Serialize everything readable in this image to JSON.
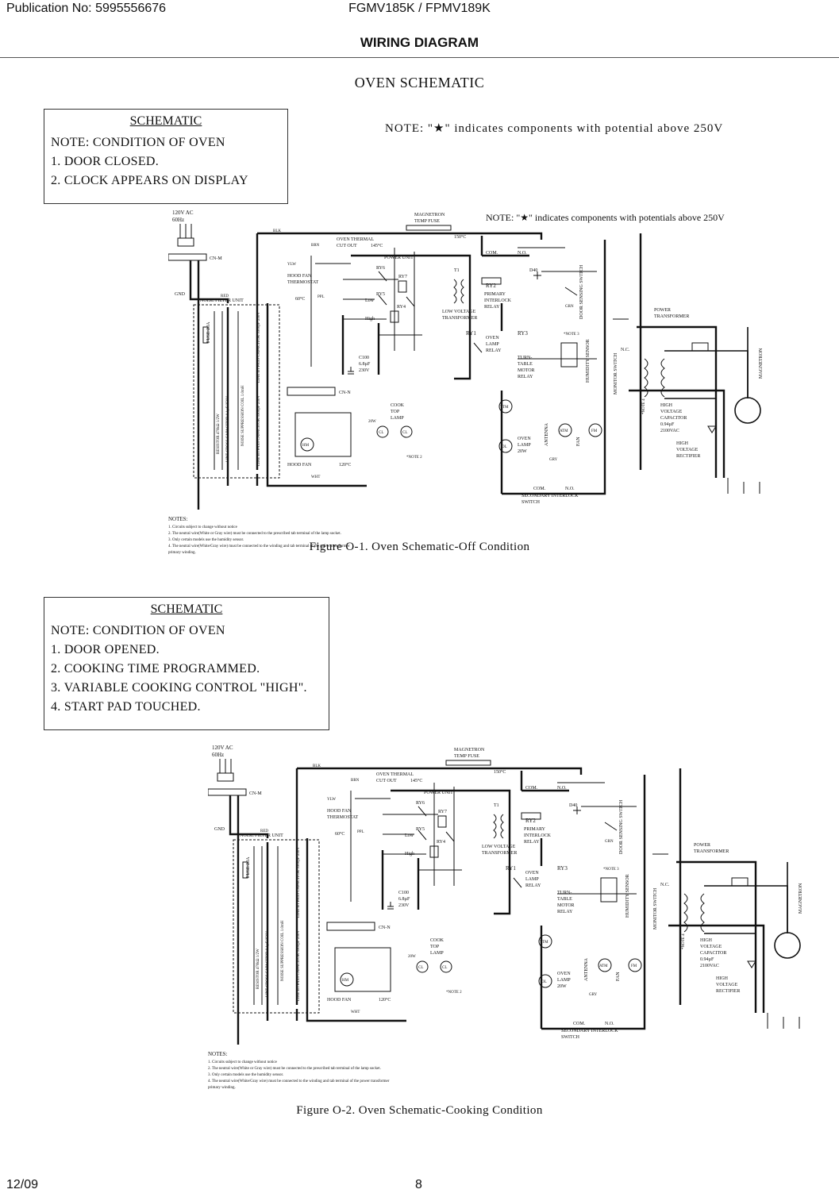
{
  "header": {
    "publication": "Publication No: 5995556676",
    "model": "FGMV185K / FPMV189K"
  },
  "page_title": "WIRING DIAGRAM",
  "section_title": "OVEN SCHEMATIC",
  "footer": {
    "date": "12/09",
    "page": "8"
  },
  "fig1": {
    "box_title": "SCHEMATIC",
    "box_lines": [
      "NOTE: CONDITION OF OVEN",
      "1. DOOR CLOSED.",
      "2. CLOCK APPEARS ON DISPLAY"
    ],
    "note_top": "NOTE: \"★\" indicates components with potential above 250V",
    "caption": "Figure O-1. Oven Schematic-Off Condition"
  },
  "fig2": {
    "box_title": "SCHEMATIC",
    "box_lines": [
      "NOTE: CONDITION OF OVEN",
      "1. DOOR OPENED.",
      "2. COOKING TIME PROGRAMMED.",
      "3. VARIABLE COOKING CONTROL \"HIGH\".",
      "4. START PAD TOUCHED."
    ],
    "caption": "Figure O-2. Oven Schematic-Cooking Condition"
  },
  "schem": {
    "note_star": "NOTE: \"★\" indicates components with potentials above 250V",
    "supply": "120V AC",
    "freq": "60Hz",
    "wire_blk": "BLK",
    "wire_brn": "BRN",
    "wire_red": "RED",
    "wire_wht": "WHT",
    "wire_yel": "YLW",
    "wire_grn": "GRN",
    "wire_gry": "GRY",
    "wire_ppl": "PPL",
    "gnd": "GND",
    "cnm": "CN-M",
    "cnn": "CN-N",
    "noise_filter": "NOISE FILTER UNIT",
    "fuse": "FUSE 20A",
    "resistor": "RESISTOR 470kΩ 1/2W",
    "line_cross": "LINE CROSS CAPACITOR 0.1µF 250V",
    "noise_coil": "NOISE SUPPRESSION COIL 1.0mH",
    "bypass1": "LINE BYPASS CAPACITOR 3300pF 250V",
    "bypass2": "LINE BYPASS CAPACITOR 3300pF 250V",
    "oven_thermal": "OVEN THERMAL",
    "cut_out": "CUT OUT",
    "t145": "145°C",
    "mag_temp_fuse": "MAGNETRON",
    "temp_fuse": "TEMP FUSE",
    "t150": "150°C",
    "power_unit": "POWER UNIT",
    "hood_fan_thermo": "HOOD FAN",
    "thermostat": "THERMOSTAT",
    "t60": "60°C",
    "low": "Low",
    "high": "High",
    "c100": "C100",
    "c100_val": "6.8µF",
    "c100_v": "230V",
    "ry1": "RY1",
    "ry2": "RY2",
    "ry3": "RY3",
    "ry4": "RY4",
    "ry5": "RY5",
    "ry6": "RY6",
    "ry7": "RY7",
    "t1": "T1",
    "d40": "D40",
    "primary_interlock": "PRIMARY",
    "interlock": "INTERLOCK",
    "relay": "RELAY",
    "low_voltage": "LOW VOLTAGE",
    "transformer": "TRANSFORMER",
    "oven_lamp_relay": "OVEN",
    "lamp": "LAMP",
    "turn_table": "TURN-",
    "table": "TABLE",
    "motor": "MOTOR",
    "com": "COM.",
    "no": "N.O.",
    "nc": "N.C.",
    "door_sensing": "DOOR SENSING SWITCH",
    "humidity": "HUMIDITY SENSOR",
    "monitor": "MONITOR SWITCH",
    "note3": "*NOTE 3",
    "note2": "*NOTE 2",
    "note4": "*NOTE 4",
    "power_transformer": "POWER",
    "magnetron": "MAGNETRON",
    "high_voltage_cap": "HIGH",
    "voltage": "VOLTAGE",
    "capacitor": "CAPACITOR",
    "cap_val": "0.94µF",
    "cap_v": "2100VAC",
    "rectifier": "RECTIFIER",
    "cook_top_lamp": "COOK",
    "top": "TOP",
    "cl": "CL",
    "w20": "20W",
    "hm": "HM",
    "hood_fan_motor": "HOOD FAN",
    "t120": "120°C",
    "ttm": "TTM",
    "atm": "ATM",
    "fm": "FM",
    "ol": "OL",
    "antenna_motor": "ANTENNA",
    "fan_motor": "FAN",
    "oven_lamp": "OVEN",
    "secondary": "SECONDARY INTERLOCK",
    "switch": "SWITCH",
    "notes_title": "NOTES:",
    "notes": [
      "1. Circuits subject to change without notice",
      "2. The neutral wire(White or Gray wire) must be connected to the prescribed tab terminal of the lamp socket.",
      "3. Only certain models use the humidity sensor.",
      "4. The neutral wire(White/Gray wire) must be connected to the winding and tab terminal of the power transformer",
      "   primary winding."
    ]
  }
}
